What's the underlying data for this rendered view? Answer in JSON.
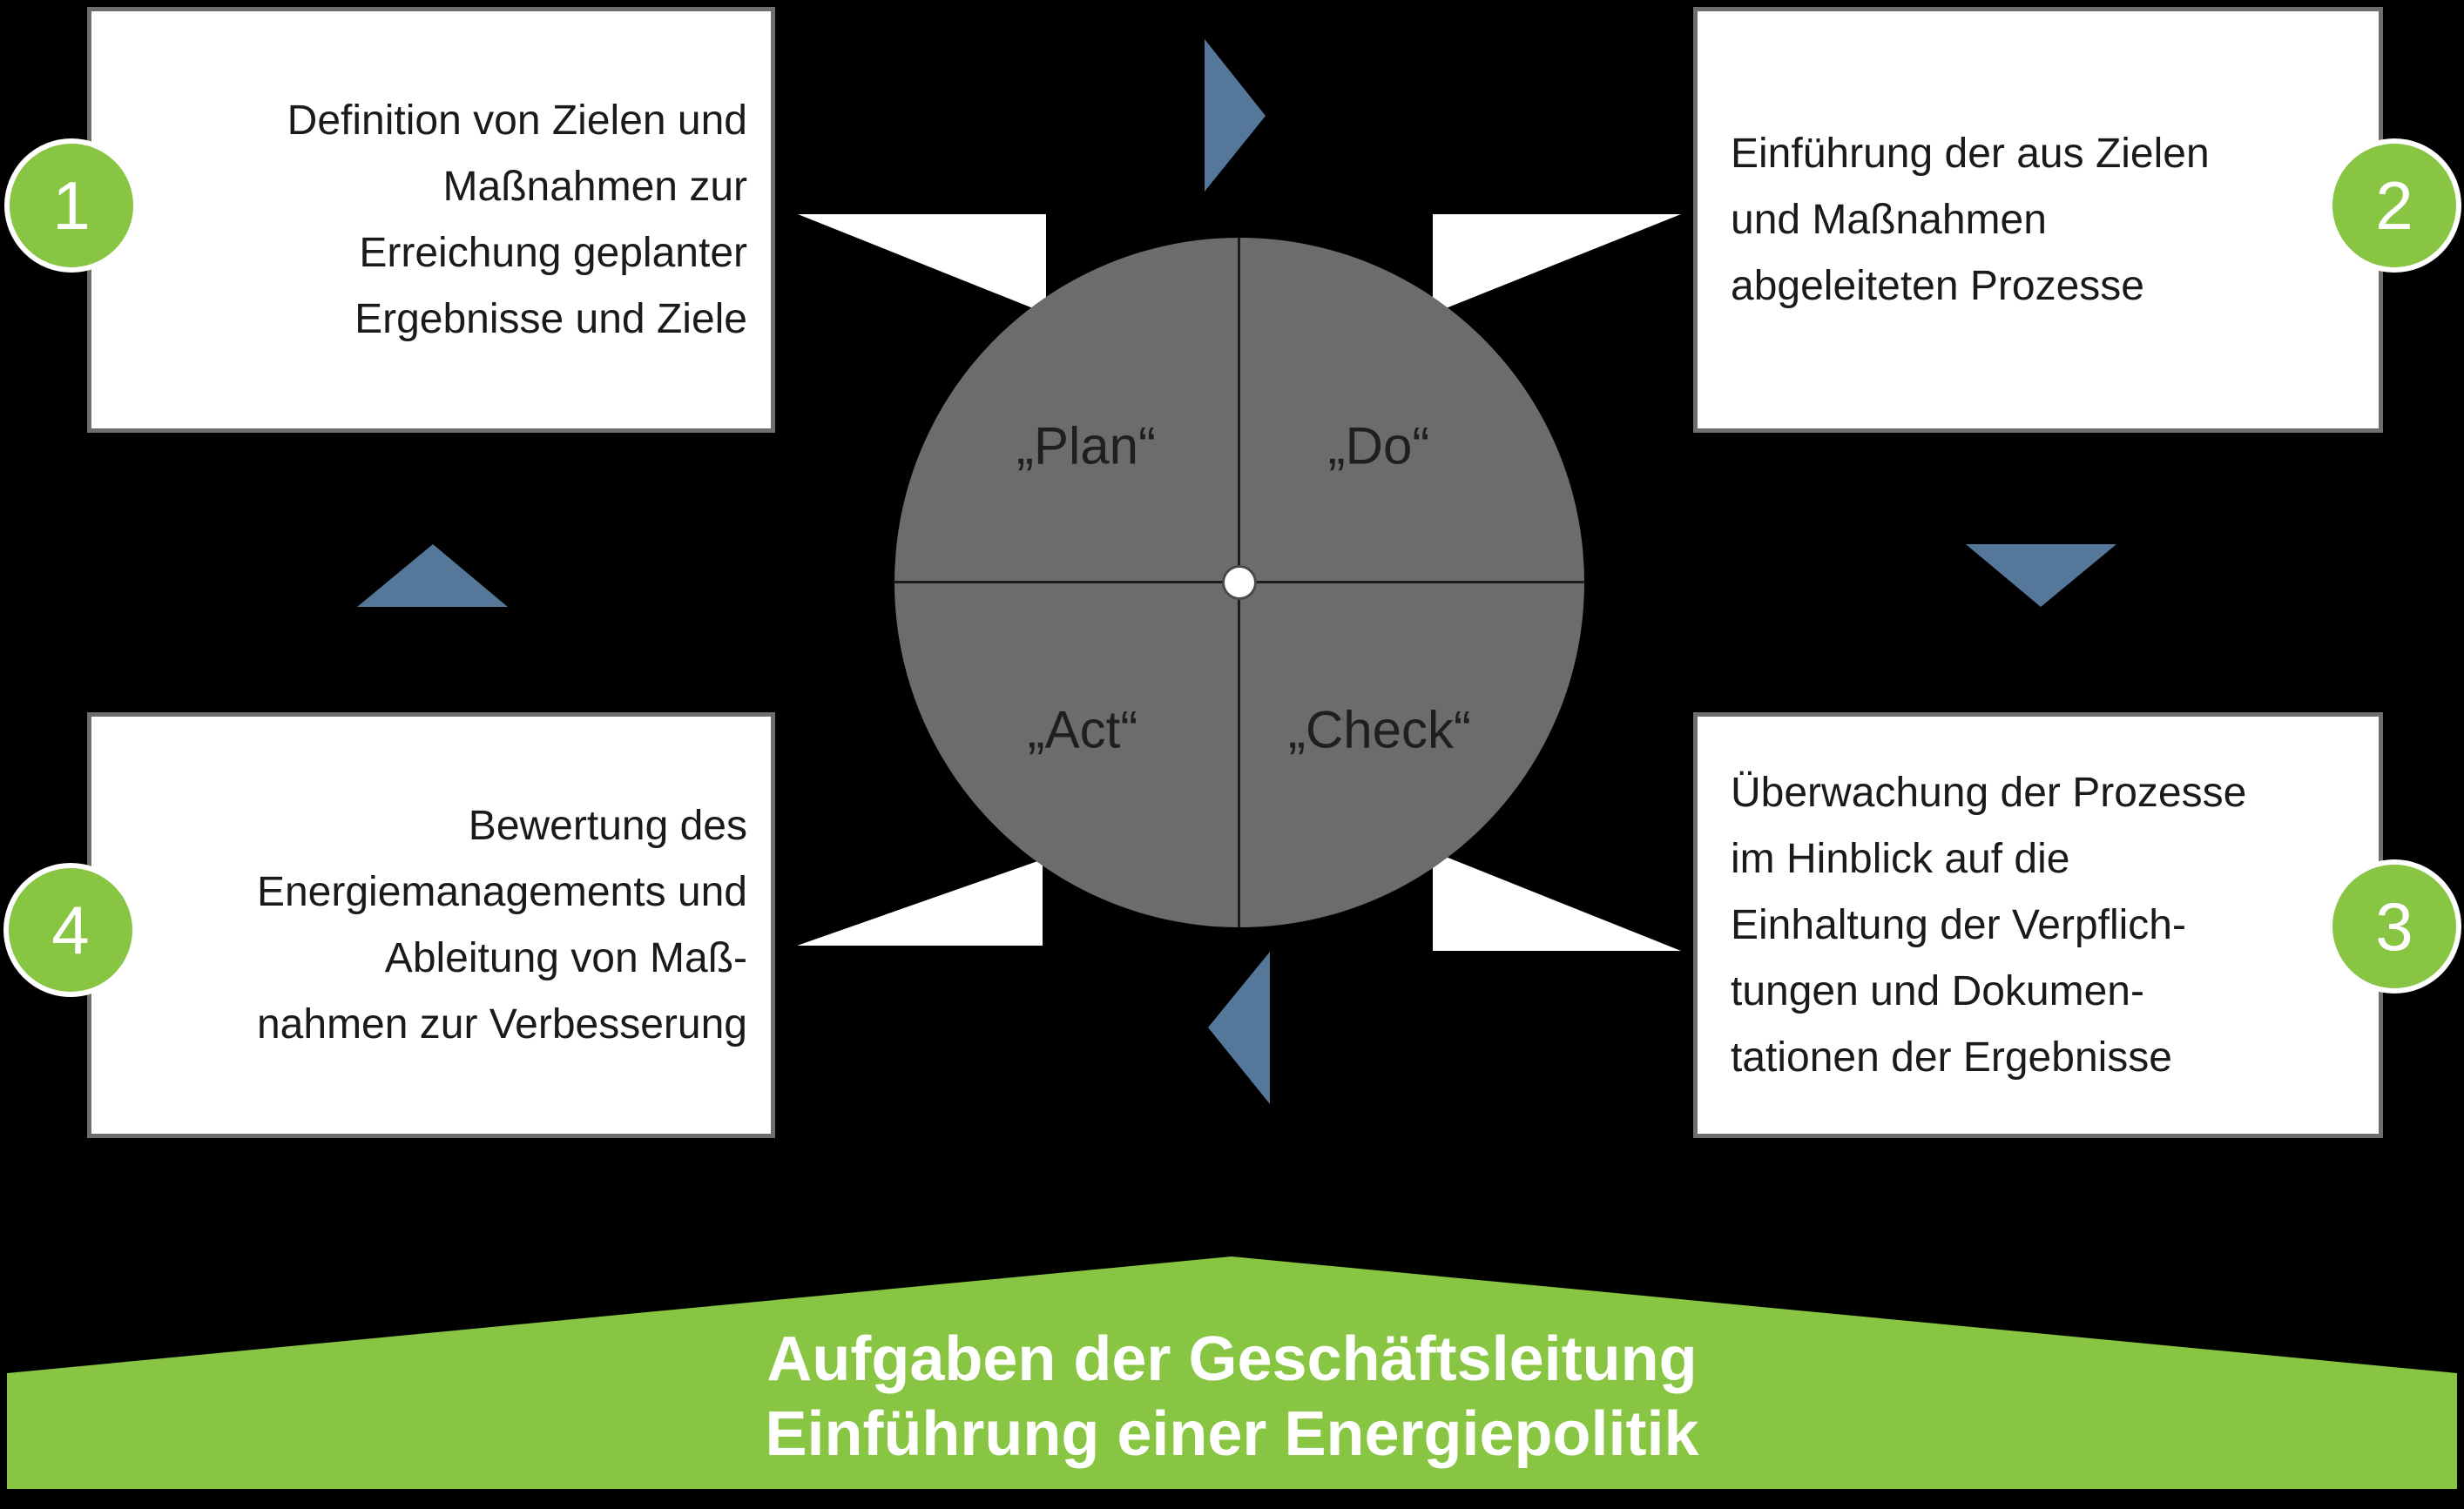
{
  "colors": {
    "background": "#000000",
    "accent_green": "#87C542",
    "arrow_blue": "#55789A",
    "circle_gray": "#6C6C6C",
    "box_background": "#FFFFFF",
    "box_border": "#6E6E6E",
    "text": "#1A1A1A",
    "banner_text": "#FFFFFF"
  },
  "boxes": [
    {
      "number": "1",
      "lines": [
        "Definition von Zielen und",
        "Maßnahmen zur",
        "Erreichung geplanter",
        "Ergebnisse und Ziele"
      ]
    },
    {
      "number": "2",
      "lines": [
        "Einführung der aus Zielen",
        "und Maßnahmen",
        "abgeleiteten Prozesse"
      ]
    },
    {
      "number": "3",
      "lines": [
        "Überwachung der Prozesse",
        "im Hinblick auf die",
        "Einhaltung der Verpflich-",
        "tungen und Dokumen-",
        "tationen der Ergebnisse"
      ]
    },
    {
      "number": "4",
      "lines": [
        "Bewertung des",
        "Energiemanagements und",
        "Ableitung von Maß-",
        "nahmen zur Verbesserung"
      ]
    }
  ],
  "cycle": {
    "quadrants": [
      {
        "label": "„Plan“"
      },
      {
        "label": "„Do“"
      },
      {
        "label": "„Act“"
      },
      {
        "label": "„Check“"
      }
    ]
  },
  "banner": {
    "line1": "Aufgaben der Geschäftsleitung",
    "line2": "Einführung einer Energiepolitik"
  }
}
